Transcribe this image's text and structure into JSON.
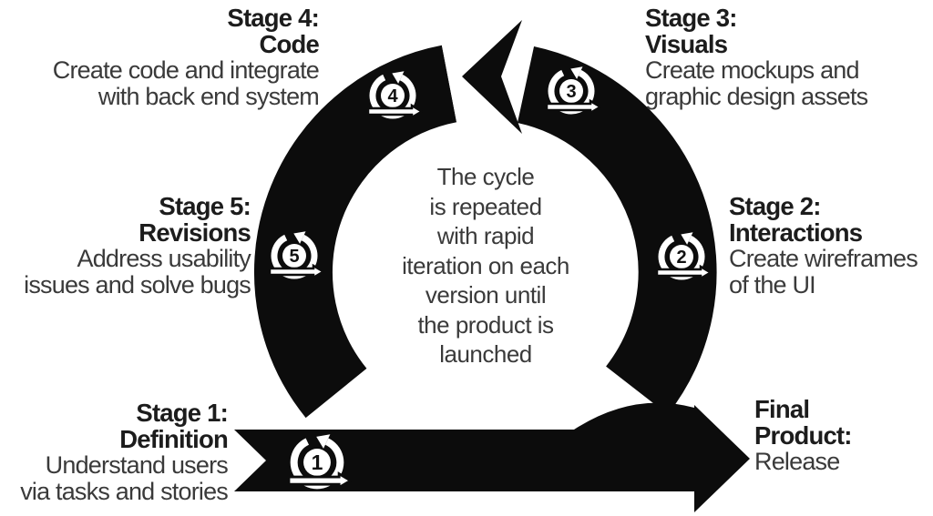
{
  "colors": {
    "shape": "#0c0c0c",
    "heading": "#1c1c1c",
    "body": "#3a3a3a",
    "badge_number": "#111111",
    "background": "#ffffff"
  },
  "icons": {
    "stage_badge": "iteration-loop-icon",
    "cycle": "counterclockwise-cycle-arrow",
    "release": "right-arrow"
  },
  "center": {
    "lines": [
      "The cycle",
      "is repeated",
      "with rapid",
      "iteration on each",
      "version until",
      "the product is",
      "launched"
    ]
  },
  "stages": {
    "s1": {
      "number": "1",
      "title": "Stage 1:",
      "name": "Definition",
      "desc": [
        "Understand users",
        "via tasks and stories"
      ]
    },
    "s2": {
      "number": "2",
      "title": "Stage 2:",
      "name": "Interactions",
      "desc": [
        "Create wireframes",
        "of the UI"
      ]
    },
    "s3": {
      "number": "3",
      "title": "Stage 3:",
      "name": "Visuals",
      "desc": [
        "Create mockups and",
        "graphic design assets"
      ]
    },
    "s4": {
      "number": "4",
      "title": "Stage 4:",
      "name": "Code",
      "desc": [
        "Create code and integrate",
        "with back end system"
      ]
    },
    "s5": {
      "number": "5",
      "title": "Stage 5:",
      "name": "Revisions",
      "desc": [
        "Address usability",
        "issues and solve bugs"
      ]
    }
  },
  "final_product": {
    "title": "Final",
    "title2": "Product:",
    "desc": "Release"
  }
}
